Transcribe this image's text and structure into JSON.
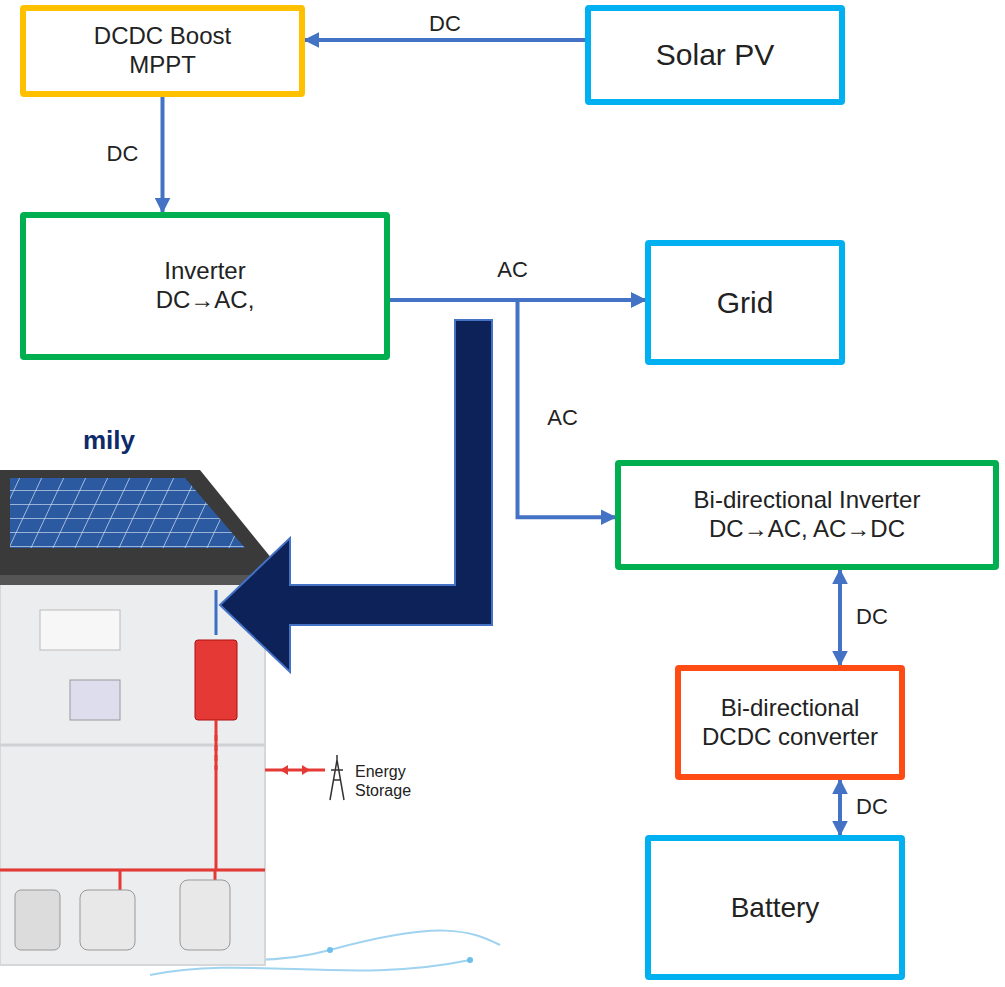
{
  "diagram": {
    "nodes": [
      {
        "text": [
          "DCDC Boost MPPT"
        ]
      },
      {
        "text": [
          "Solar PV"
        ]
      },
      {
        "text": [
          "Inverter DC→AC,"
        ]
      },
      {
        "text": [
          "Grid"
        ]
      },
      {
        "text": [
          "Bi-directional Inverter DC→AC, AC→DC"
        ]
      },
      {
        "text": [
          "Bi-directional DCDC converter"
        ]
      },
      {
        "text": [
          "Battery"
        ]
      }
    ],
    "edges": [
      {
        "from": 1,
        "to": 0,
        "label": "DC",
        "arrow": "to"
      },
      {
        "from": 0,
        "to": 2,
        "label": "DC",
        "arrow": "to"
      },
      {
        "from": 2,
        "to": 3,
        "label": "AC",
        "arrow": "to"
      },
      {
        "from": 4,
        "to": 3,
        "label": "AC",
        "arrow": "both"
      },
      {
        "from": 4,
        "to": 5,
        "label": "DC",
        "arrow": "both"
      },
      {
        "from": 5,
        "to": 6,
        "label": "DC",
        "arrow": "both"
      }
    ],
    "labels": [
      "mily",
      "Energy Storage"
    ]
  }
}
